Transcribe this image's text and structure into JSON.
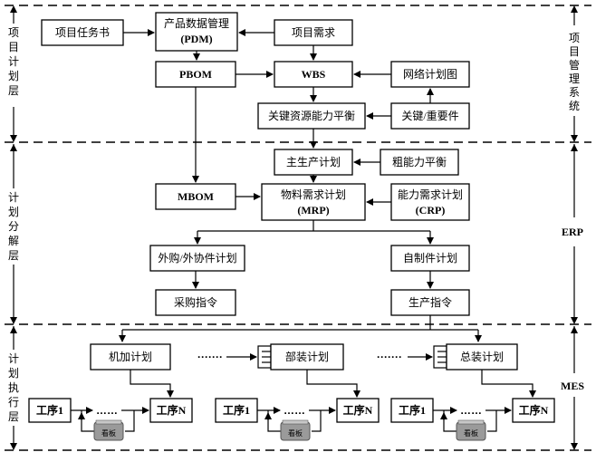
{
  "layers_left": {
    "plan": "项目计划层",
    "decompose": "计划分解层",
    "execute": "计划执行层"
  },
  "systems_right": {
    "pm": "项目管理系统",
    "erp": "ERP",
    "mes": "MES"
  },
  "boxes": {
    "task_book": "项目任务书",
    "pdm_line1": "产品数据管理",
    "pdm_line2": "(PDM)",
    "requirement": "项目需求",
    "pbom": "PBOM",
    "wbs": "WBS",
    "network": "网络计划图",
    "key_resource": "关键资源能力平衡",
    "key_parts": "关键/重要件",
    "mps": "主生产计划",
    "rough_cap": "粗能力平衡",
    "mbom": "MBOM",
    "mrp_line1": "物料需求计划",
    "mrp_line2": "(MRP)",
    "crp_line1": "能力需求计划",
    "crp_line2": "(CRP)",
    "outsource": "外购/外协件计划",
    "self_made": "自制件计划",
    "purchase": "采购指令",
    "production": "生产指令",
    "machining": "机加计划",
    "subassembly": "部装计划",
    "final_assembly": "总装计划",
    "proc1": "工序1",
    "procN": "工序N",
    "kanban": "看板",
    "ellipsis": "……",
    "ellipsis_long": "·······"
  }
}
